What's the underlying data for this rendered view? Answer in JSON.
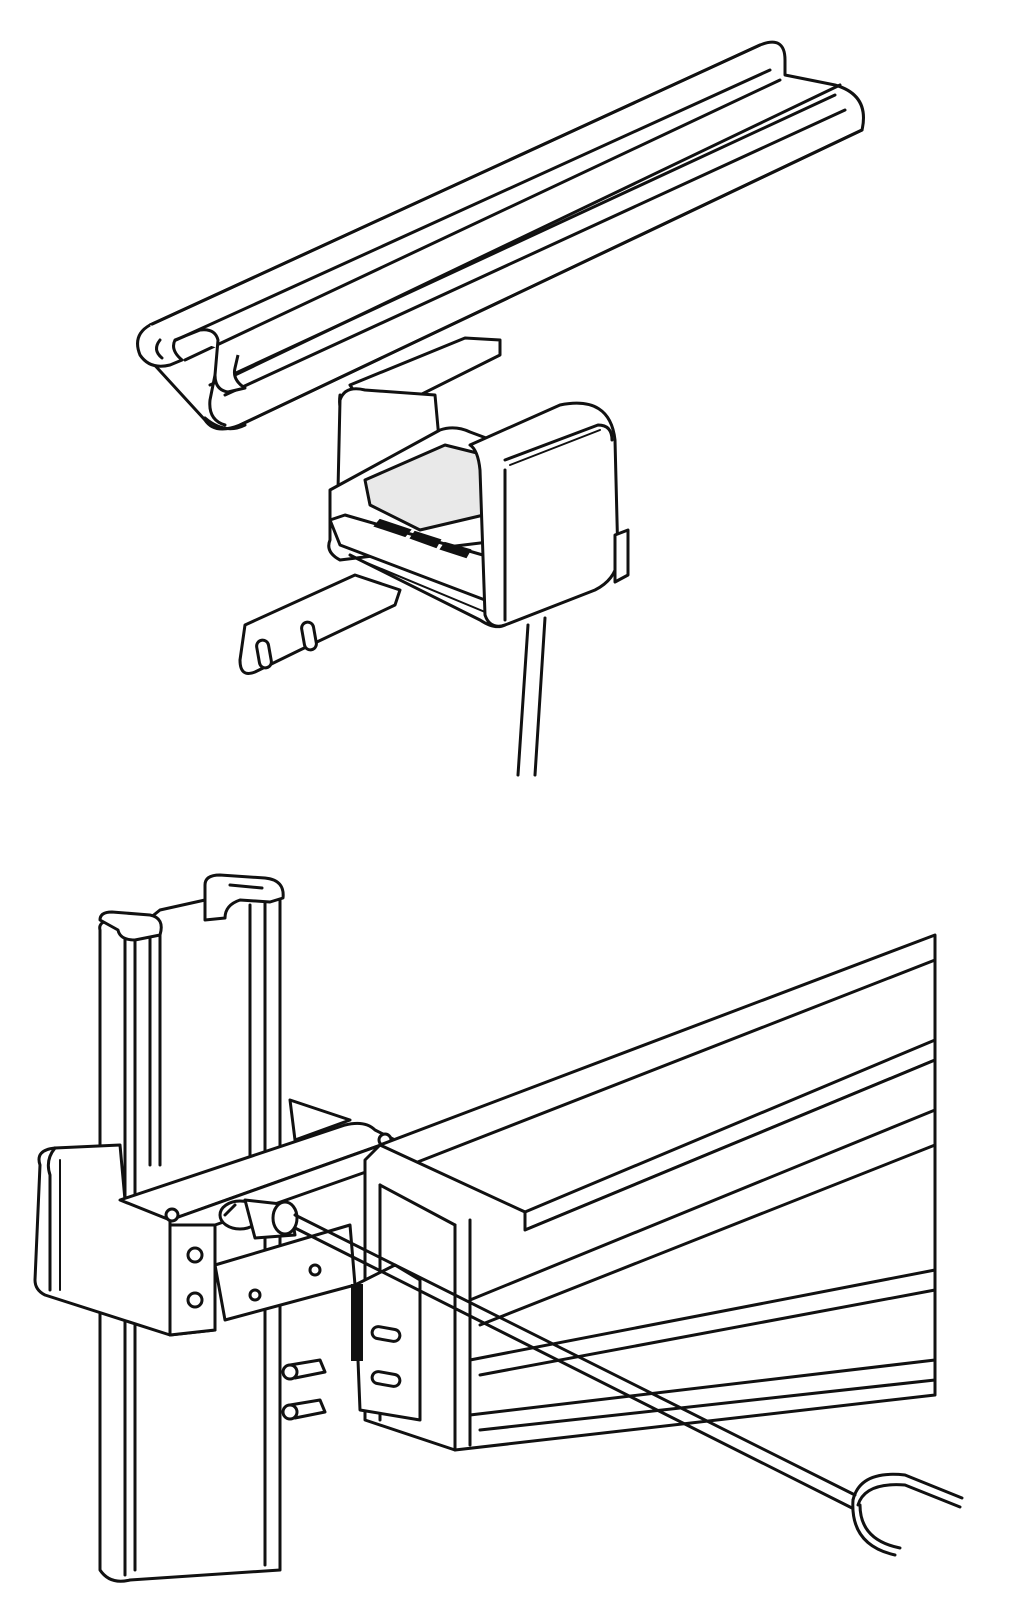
{
  "figures": [
    {
      "id": "fig-upper",
      "subject": "profile-rail-with-clamp-sensor-housing"
    },
    {
      "id": "fig-lower",
      "subject": "post-mounted-bracket-with-cable-and-frame"
    }
  ],
  "colors": {
    "line": "#111111",
    "background": "#ffffff",
    "shade": "#e9e9e9"
  }
}
